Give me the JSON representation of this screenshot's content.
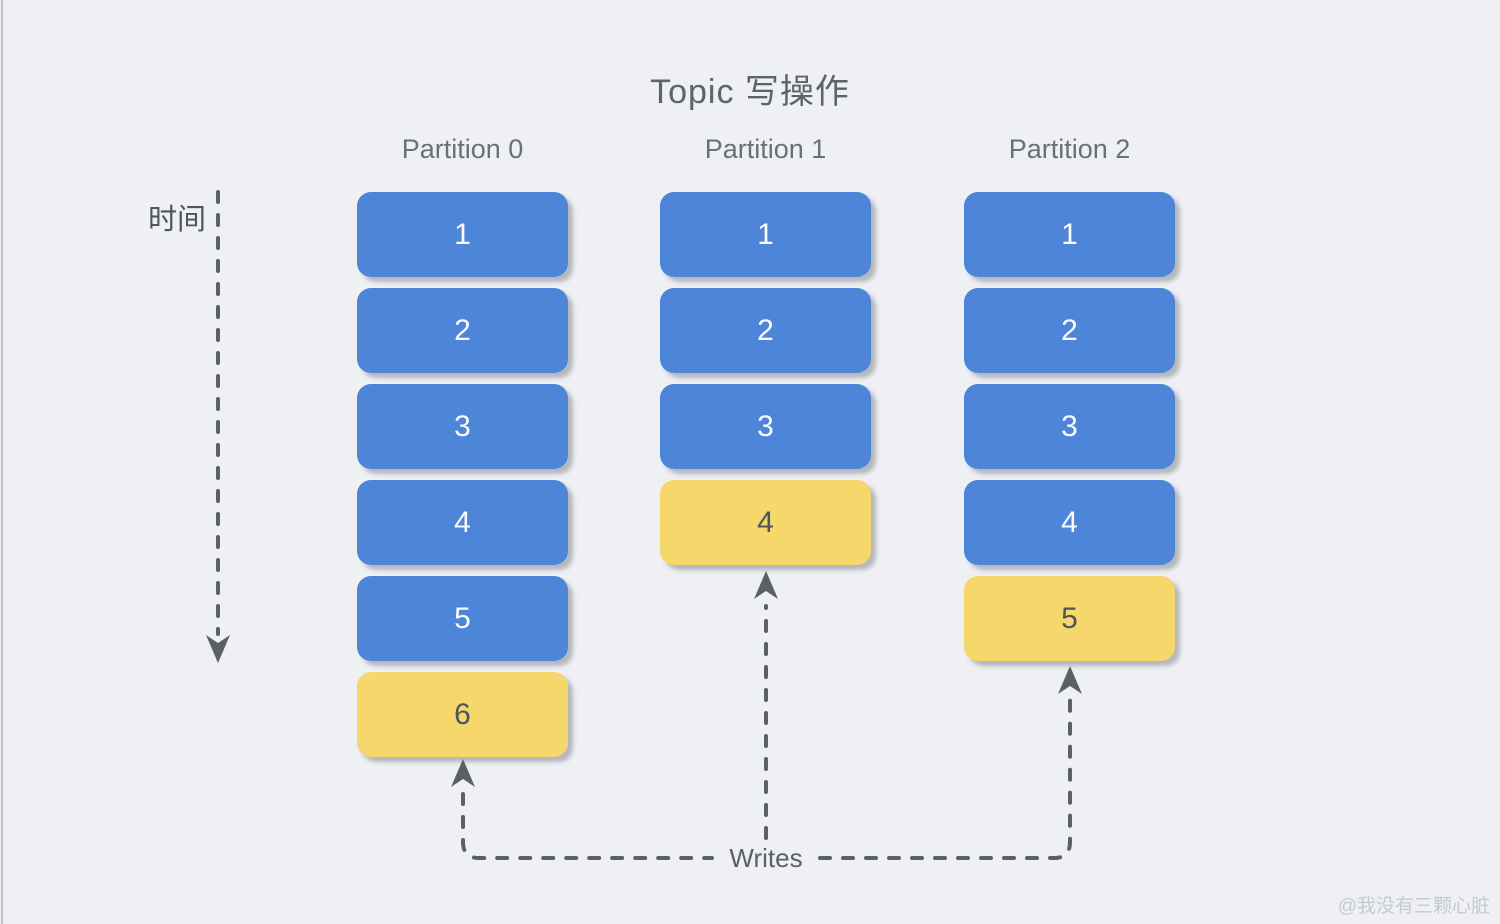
{
  "title": "Topic 写操作",
  "time_axis": {
    "label": "时间"
  },
  "writes": {
    "label": "Writes"
  },
  "watermark": "@我没有三颗心脏",
  "partitions": [
    {
      "label": "Partition 0",
      "messages": [
        {
          "value": "1",
          "state": "committed"
        },
        {
          "value": "2",
          "state": "committed"
        },
        {
          "value": "3",
          "state": "committed"
        },
        {
          "value": "4",
          "state": "committed"
        },
        {
          "value": "5",
          "state": "committed"
        },
        {
          "value": "6",
          "state": "writing"
        }
      ]
    },
    {
      "label": "Partition 1",
      "messages": [
        {
          "value": "1",
          "state": "committed"
        },
        {
          "value": "2",
          "state": "committed"
        },
        {
          "value": "3",
          "state": "committed"
        },
        {
          "value": "4",
          "state": "writing"
        }
      ]
    },
    {
      "label": "Partition 2",
      "messages": [
        {
          "value": "1",
          "state": "committed"
        },
        {
          "value": "2",
          "state": "committed"
        },
        {
          "value": "3",
          "state": "committed"
        },
        {
          "value": "4",
          "state": "committed"
        },
        {
          "value": "5",
          "state": "writing"
        }
      ]
    }
  ],
  "colors": {
    "background": "#eef0f3",
    "committed_blue": "#4d86d8",
    "writing_yellow": "#f6d76c",
    "connector_gray": "#5a6066",
    "heading_gray": "#5d636d"
  }
}
